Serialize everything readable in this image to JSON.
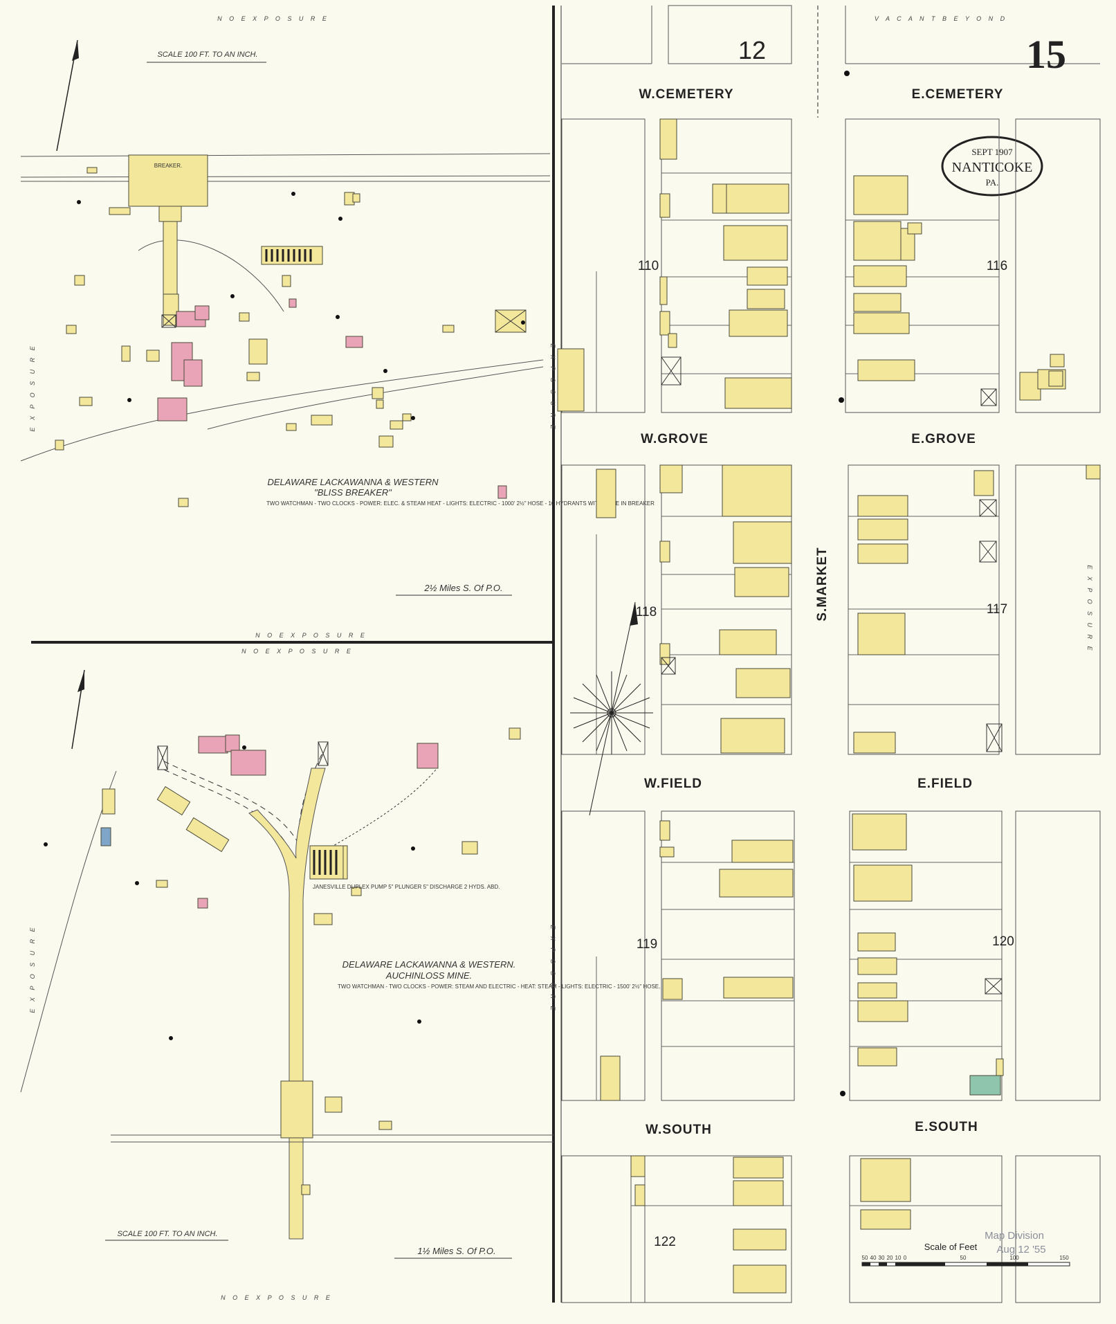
{
  "sheet": {
    "page_number": "15",
    "block_top": "12",
    "city": "NANTICOKE",
    "state": "PA.",
    "date": "SEPT 1907"
  },
  "streets": {
    "w_cemetery": "W.CEMETERY",
    "e_cemetery": "E.CEMETERY",
    "w_grove": "W.GROVE",
    "e_grove": "E.GROVE",
    "w_field": "W.FIELD",
    "e_field": "E.FIELD",
    "w_south": "W.SOUTH",
    "e_south": "E.SOUTH",
    "s_market": "S.MARKET"
  },
  "blocks": [
    "110",
    "116",
    "118",
    "117",
    "119",
    "120",
    "122"
  ],
  "exposure": {
    "no_exposure": "N O   E X P O S U R E",
    "vacant_beyond": "V A C A N T   B E Y O N D",
    "exposure": "E X P O S U R E"
  },
  "insets": {
    "top": {
      "scale": "SCALE 100 FT. TO AN INCH.",
      "title": "DELAWARE LACKAWANNA & WESTERN",
      "subtitle": "\"BLISS BREAKER\"",
      "details": "TWO WATCHMAN - TWO CLOCKS - POWER: ELEC. & STEAM HEAT - LIGHTS: ELECTRIC - 1000' 2½\" HOSE - 10 HYDRANTS WITH HOSE IN BREAKER",
      "distance": "2½ Miles S. Of P.O.",
      "breaker_label": "BREAKER."
    },
    "bottom": {
      "scale": "SCALE 100 FT. TO AN INCH.",
      "title": "DELAWARE LACKAWANNA & WESTERN.",
      "subtitle": "AUCHINLOSS MINE.",
      "details": "TWO WATCHMAN - TWO CLOCKS - POWER: STEAM AND ELECTRIC - HEAT: STEAM - LIGHTS: ELECTRIC - 1500' 2½\" HOSE.",
      "distance": "1½ Miles S. Of P.O.",
      "pump_note": "JANESVILLE DUPLEX PUMP 5\" PLUNGER 5\" DISCHARGE 2 HYDS. ABD."
    }
  },
  "scale_bar": {
    "label": "Scale of Feet",
    "ticks": [
      "50",
      "40",
      "30",
      "20",
      "10",
      "0",
      "50",
      "100",
      "150"
    ]
  },
  "stamp": {
    "line1": "Map Division",
    "line2": "Aug 12 '55"
  },
  "colors": {
    "frame": "#fbfaef",
    "frame_brick": "#e9a4b8",
    "frame_yellow": "#f3e79b",
    "stone": "#7fa6c9",
    "special": "#8fc4ad"
  }
}
